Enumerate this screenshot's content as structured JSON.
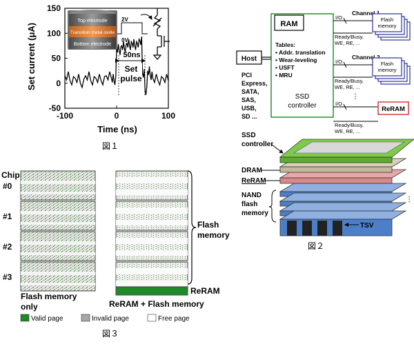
{
  "fig1": {
    "caption": "図１",
    "ylabel": "Set current (μA)",
    "xlabel": "Time (ns)",
    "yticks": [
      "150",
      "100",
      "50",
      "0",
      "-50"
    ],
    "xticks": [
      "-100",
      "0",
      "100"
    ],
    "device": {
      "top": "Top electrode",
      "mid": "Transition metal oxide",
      "bottom": "Bottom electrode"
    },
    "volt_high": "2V",
    "volt_low": "0V",
    "pulse_width": "50ns",
    "set_pulse": [
      "Set",
      "pulse"
    ],
    "chart_data": {
      "type": "line",
      "xlabel": "Time (ns)",
      "ylabel": "Set current (μA)",
      "xlim": [
        -100,
        100
      ],
      "ylim": [
        -50,
        150
      ],
      "x": [
        -100,
        -90,
        -80,
        -70,
        -60,
        -50,
        -40,
        -30,
        -20,
        -10,
        -5,
        0,
        5,
        10,
        15,
        20,
        25,
        30,
        35,
        40,
        45,
        50,
        55,
        60,
        65,
        70,
        80,
        90,
        100
      ],
      "y": [
        15,
        5,
        10,
        0,
        15,
        5,
        10,
        5,
        15,
        10,
        5,
        70,
        65,
        75,
        70,
        80,
        75,
        80,
        75,
        80,
        85,
        20,
        -15,
        25,
        15,
        10,
        5,
        10,
        5
      ]
    }
  },
  "fig2": {
    "caption": "図２",
    "ram": "RAM",
    "host": "Host",
    "tables_title": "Tables:",
    "tables": [
      "Addr. translation",
      "Wear-leveling",
      "USFT",
      "MRU"
    ],
    "controller": [
      "SSD",
      "controller"
    ],
    "interfaces": [
      "PCI",
      "Express,",
      "SATA,",
      "SAS,",
      "USB,",
      "SD ..."
    ],
    "channel1": "Channel 1",
    "channel2": "Channel 2",
    "io": "I/O",
    "ready": "Ready/Busy,",
    "we": "WE, RE, ...",
    "flash": [
      "Flash",
      "memory"
    ],
    "reram_box": "ReRAM",
    "stack": {
      "ssd_controller": [
        "SSD",
        "controller"
      ],
      "dram": "DRAM",
      "reram": "ReRAM",
      "nand": [
        "NAND",
        "flash",
        "memory"
      ],
      "tsv": "TSV"
    }
  },
  "fig3": {
    "caption": "図３",
    "chip_labels": [
      "Chip",
      "#0",
      "#1",
      "#2",
      "#3"
    ],
    "left_caption": [
      "Flash memory",
      "only"
    ],
    "right_caption": "ReRAM + Flash memory",
    "flash_label": [
      "Flash",
      "memory"
    ],
    "reram_label": "ReRAM",
    "legend": {
      "valid": "Valid page",
      "invalid": "Invalid page",
      "free": "Free page"
    },
    "colors": {
      "valid": "#1f8a2a",
      "invalid": "#a8a8a8",
      "free": "#ffffff"
    }
  }
}
